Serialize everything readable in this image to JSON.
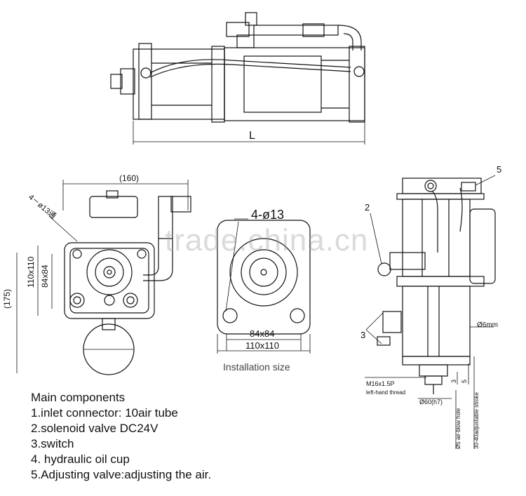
{
  "dimensions": {
    "length_label": "L",
    "width_160": "(160)",
    "height_175": "(175)",
    "holes_4_13": "4－ø13通",
    "side_110": "110x110",
    "side_84": "84x84",
    "install_holes": "4-ø13",
    "install_84": "84x84",
    "install_110": "110x110",
    "install_caption": "Installation size"
  },
  "right_view": {
    "callout_2": "2",
    "callout_3": "3",
    "callout_5": "5",
    "diam_6": "Ø6mm",
    "thread": "M16x1.5P",
    "thread_note": "left-hand thread",
    "diam_60": "Ø60(h7)",
    "num_3": "3",
    "num_5": "5",
    "blow_hole": "Ø5 air-blow hole",
    "stroke": "30-40adjustable stroke"
  },
  "components": {
    "heading": "Main components",
    "items": [
      "1.inlet connector: 10air tube",
      "2.solenoid valve DC24V",
      "3.switch",
      "4. hydraulic oil cup",
      "5.Adjusting valve:adjusting the air."
    ]
  },
  "watermark": "trade.china.cn"
}
